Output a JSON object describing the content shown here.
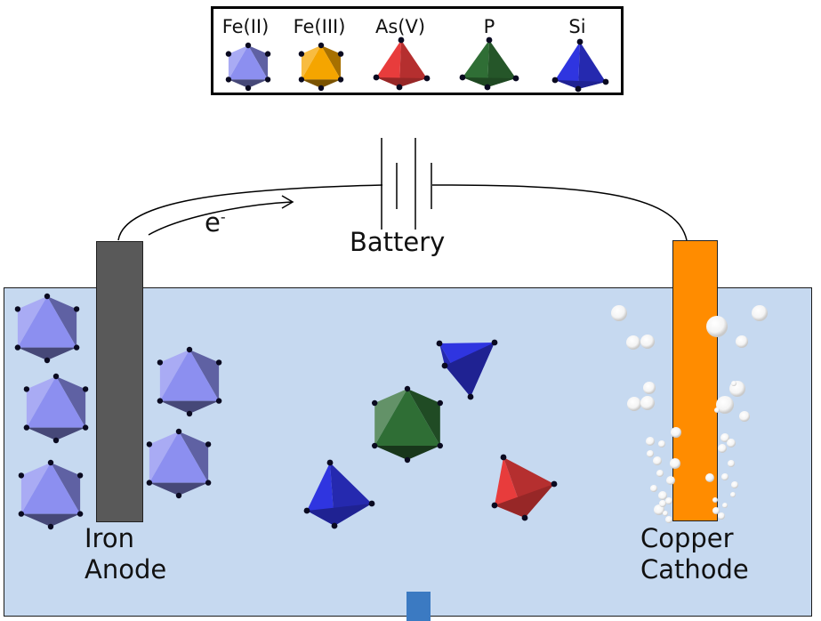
{
  "legend": {
    "items": [
      {
        "label": "Fe(II)",
        "shape": "octahedron",
        "color": "#8c8ff0"
      },
      {
        "label": "Fe(III)",
        "shape": "octahedron",
        "color": "#f5a500"
      },
      {
        "label": "As(V)",
        "shape": "tetrahedron",
        "color": "#e83c3c"
      },
      {
        "label": "P",
        "shape": "tetrahedron",
        "color": "#2f6e35"
      },
      {
        "label": "Si",
        "shape": "tetrahedron",
        "color": "#2f35e0"
      }
    ]
  },
  "circuit": {
    "battery_label": "Battery",
    "electron_label": "e",
    "electron_charge": "-"
  },
  "electrodes": {
    "anode": {
      "line1": "Iron",
      "line2": "Anode",
      "color": "#595959"
    },
    "cathode": {
      "line1": "Copper",
      "line2": "Cathode",
      "color": "#ff8c00"
    }
  },
  "solution": {
    "color": "#c6d9f0"
  }
}
